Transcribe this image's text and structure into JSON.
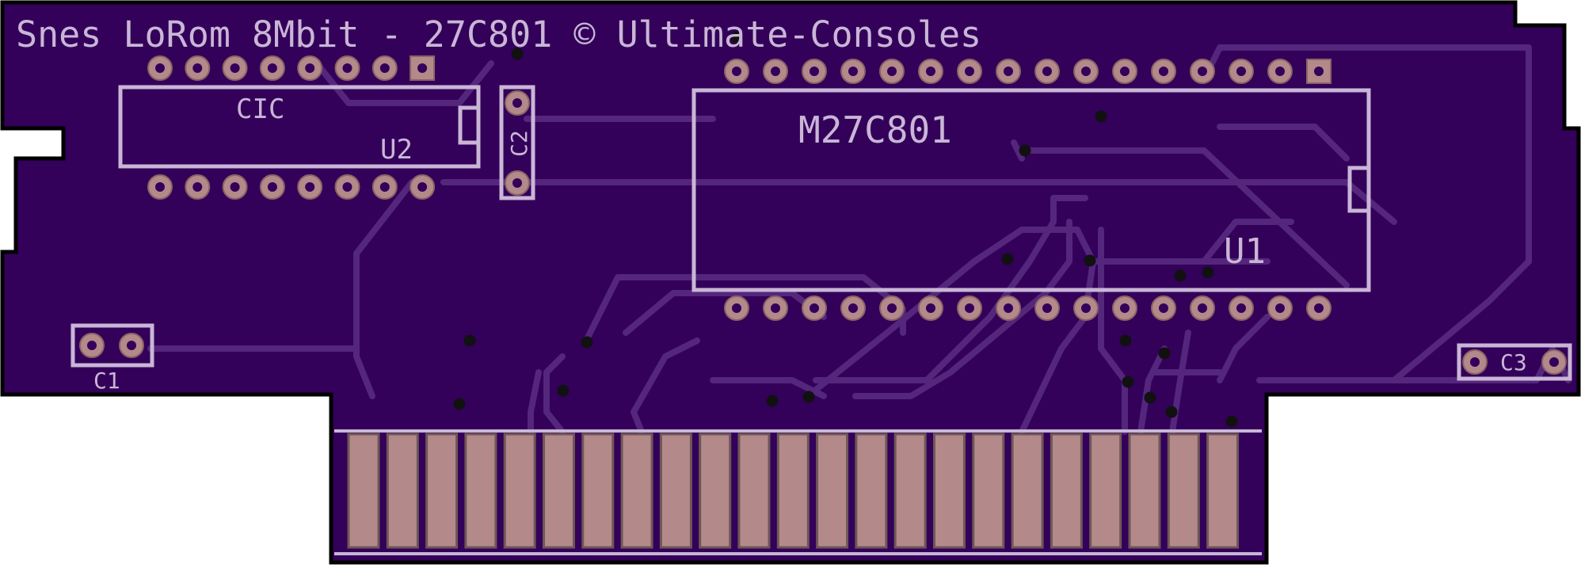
{
  "board": {
    "title": "Snes LoRom 8Mbit - 27C801 © Ultimate-Consoles",
    "colors": {
      "substrate": "#33005a",
      "silkscreen": "#c9b6d6",
      "pad": "#b48989",
      "via": "#111111",
      "outline": "#000000",
      "edge_contact": "#b48989"
    }
  },
  "components": {
    "cic_label": "CIC",
    "u2_label": "U2",
    "c2_label": "C2",
    "rom_label": "M27C801",
    "u1_label": "U1",
    "c1_label": "C1",
    "c3_label": "C3"
  }
}
